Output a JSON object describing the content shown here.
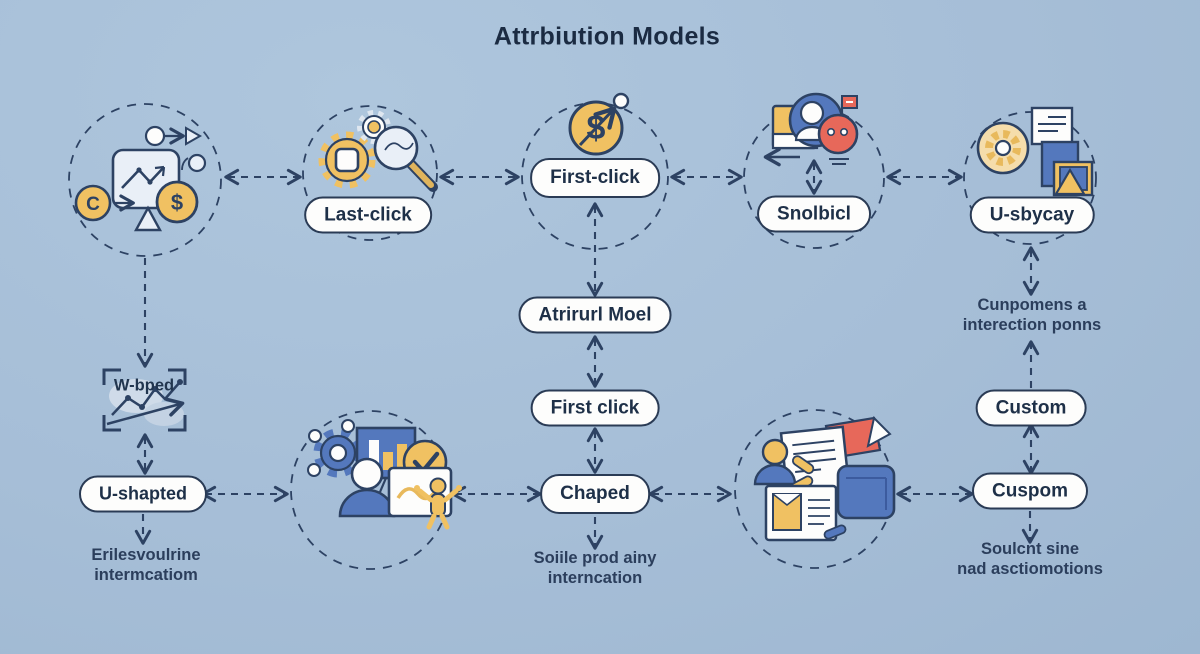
{
  "title": "Attrbiution Models",
  "colors": {
    "background": "#a6bed7",
    "ink": "#2d4263",
    "gold": "#f0c162",
    "blue": "#5478bd",
    "red": "#e7685a",
    "pill_bg": "#fdfdfc"
  },
  "nodes": {
    "last_click": "Last-click",
    "first_click_top": "First-click",
    "snolbicl": "Snolbicl",
    "u_sbycay": "U-sbycay",
    "atrirurl_moel": "Atrirurl Moel",
    "first_click_mid": "First click",
    "chaped": "Chaped",
    "u_shapted": "U-shapted",
    "custom": "Custom",
    "cuspom": "Cuspom",
    "w_bped": "W-bped"
  },
  "captions": {
    "left_line1": "Erilesvoulrine",
    "left_line2": "intermcatiom",
    "center_line1": "Soiile prod ainy",
    "center_line2": "interncation",
    "right_mid_line1": "Cunpomens a",
    "right_mid_line2": "interection ponns",
    "right_bottom_line1": "Soulcnt sine",
    "right_bottom_line2": "nad asctiomotions"
  },
  "glyphs": {
    "c_coin": "C",
    "dollar_coin": "$",
    "dollar_big": "$"
  },
  "icons": [
    "conversion-path-icon",
    "gears-magnifier-icon",
    "dollar-arrow-coin-icon",
    "window-avatar-bot-icon",
    "gear-documents-icon",
    "line-chart-frame-icon",
    "team-analytics-icon",
    "collaboration-documents-icon"
  ]
}
